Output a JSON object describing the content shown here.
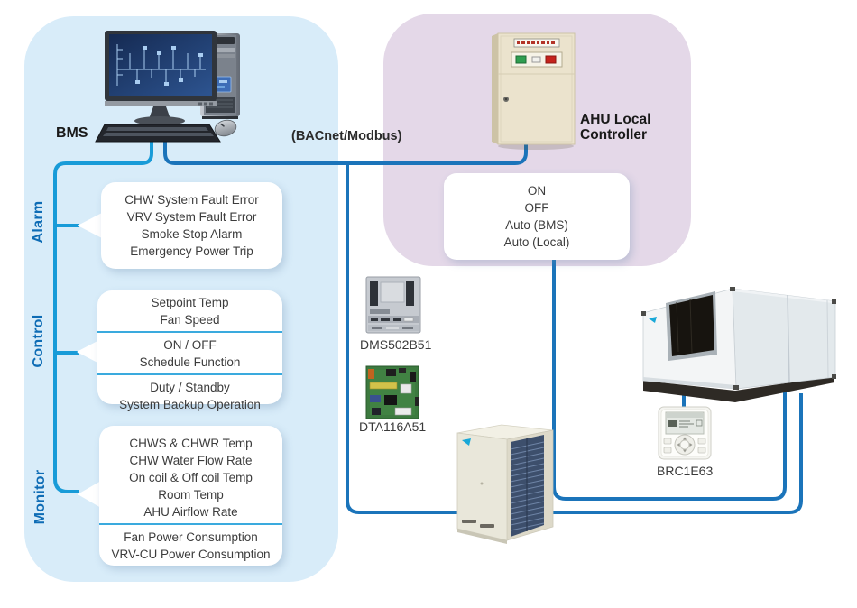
{
  "labels": {
    "bms": "BMS",
    "bacnet": "(BACnet/Modbus)",
    "ahu_controller_line1": "AHU Local",
    "ahu_controller_line2": "Controller",
    "dms": "DMS502B51",
    "dta": "DTA116A51",
    "brc": "BRC1E63"
  },
  "alarm": {
    "title": "Alarm",
    "lines": [
      "CHW System Fault Error",
      "VRV System Fault Error",
      "Smoke Stop Alarm",
      "Emergency Power Trip"
    ]
  },
  "control": {
    "title": "Control",
    "sections": [
      {
        "lines": [
          "Setpoint Temp",
          "Fan Speed"
        ]
      },
      {
        "lines": [
          "ON / OFF",
          "Schedule Function"
        ]
      },
      {
        "lines": [
          "Duty / Standby",
          "System Backup Operation"
        ]
      }
    ]
  },
  "monitor": {
    "title": "Monitor",
    "sections": [
      {
        "lines": [
          "CHWS & CHWR Temp",
          "CHW Water Flow Rate",
          "On coil & Off coil Temp",
          "Room Temp",
          "AHU Airflow Rate"
        ]
      },
      {
        "lines": [
          "Fan Power Consumption",
          "VRV-CU Power Consumption"
        ]
      }
    ]
  },
  "mode_box": {
    "lines": [
      "ON",
      "OFF",
      "Auto (BMS)",
      "Auto (Local)"
    ]
  },
  "devices": {
    "bms_computer": "BMS workstation",
    "ahu_local_controller": "AHU local controller cabinet",
    "gateway": "DMS502B51 interface gateway",
    "adapter": "DTA116A51 adapter PCB",
    "vrv": "VRV outdoor condensing unit",
    "ahu": "Air handling unit",
    "remote": "BRC1E63 remote controller"
  },
  "colors": {
    "panel_blue": "#d8ecf9",
    "panel_purple": "#e4d8e8",
    "line_azure": "#189bd8",
    "line_blue": "#1b74ba",
    "label_blue": "#0e6cb5",
    "text_dark": "#3c3c3c"
  }
}
